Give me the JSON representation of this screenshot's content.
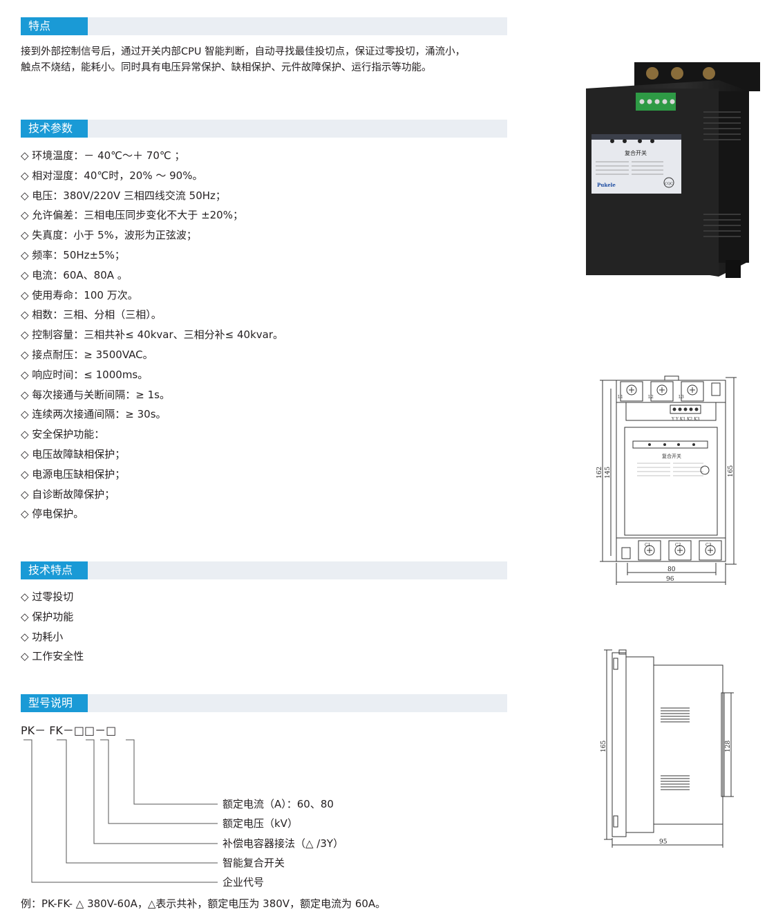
{
  "sections": {
    "features": {
      "title": "特点"
    },
    "params": {
      "title": "技术参数"
    },
    "tech": {
      "title": "技术特点"
    },
    "model": {
      "title": "型号说明"
    }
  },
  "features_text": [
    "接到外部控制信号后，通过开关内部CPU 智能判断，自动寻找最佳投切点，保证过零投切，涌流小，",
    "触点不烧结，能耗小。同时具有电压异常保护、缺相保护、元件故障保护、运行指示等功能。"
  ],
  "params": [
    "◇ 环境温度：－ 40℃～＋ 70℃ ；",
    "◇ 相对湿度：40℃时，20% ～ 90%。",
    "◇ 电压：380V/220V 三相四线交流 50Hz；",
    "◇ 允许偏差：三相电压同步变化不大于 ±20%；",
    "◇ 失真度：小于 5%，波形为正弦波；",
    "◇ 频率：50Hz±5%；",
    "◇ 电流：60A、80A 。",
    "◇ 使用寿命：100 万次。",
    "◇ 相数：三相、分相（三相）。",
    "◇ 控制容量：三相共补≤ 40kvar、三相分补≤ 40kvar。",
    "◇ 接点耐压：≥ 3500VAC。",
    "◇ 响应时间：≤ 1000ms。",
    "◇ 每次接通与关断间隔：≥ 1s。",
    "◇ 连续两次接通间隔：≥ 30s。",
    "◇ 安全保护功能：",
    "◇ 电压故障缺相保护；",
    "◇ 电源电压缺相保护；",
    "◇ 自诊断故障保护；",
    "◇ 停电保护。"
  ],
  "tech_features": [
    "◇ 过零投切",
    "◇ 保护功能",
    "◇ 功耗小",
    "◇ 工作安全性"
  ],
  "model": {
    "code": "PK－ FK－□□－□",
    "labels": [
      "额定电流（A）：60、80",
      "额定电压（kV）",
      "补偿电容器接法（△ /3Y）",
      "智能复合开关",
      "企业代号"
    ],
    "example": "例：PK-FK- △ 380V-60A，△表示共补，额定电压为 380V，额定电流为 60A。"
  },
  "product": {
    "panel_title": "复合开关",
    "brand": "Pukele",
    "cert": "CQC"
  },
  "front_drawing": {
    "terminals_top": [
      "L1",
      "L2",
      "L3"
    ],
    "terminals_bottom": [
      "C1",
      "C2",
      "C3"
    ],
    "control_pins": "Y  Y  K1 K2 K3",
    "panel_title": "复合开关",
    "dim_width_inner": "80",
    "dim_width_outer": "96",
    "dim_height_162": "162",
    "dim_height_145": "145",
    "dim_height_165": "165"
  },
  "side_drawing": {
    "dim_height": "165",
    "dim_inner_height": "128",
    "dim_depth": "95"
  },
  "colors": {
    "accent": "#1a9ad6",
    "bar": "#eaeef3",
    "text": "#231f20"
  }
}
